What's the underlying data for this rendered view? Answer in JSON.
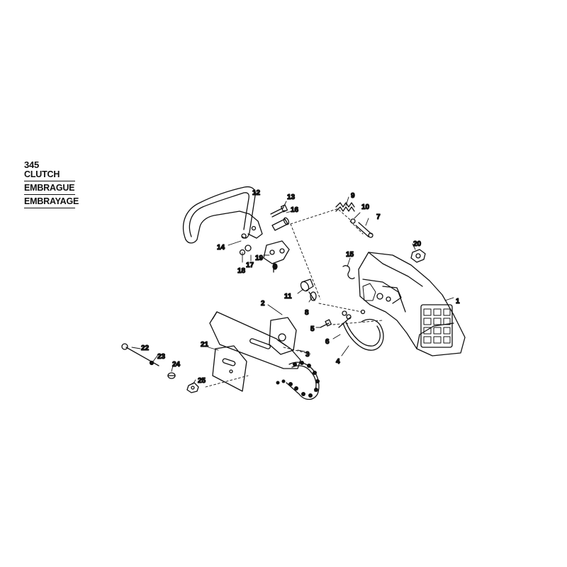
{
  "title": {
    "number": "345",
    "lines": [
      "CLUTCH",
      "EMBRAGUE",
      "EMBRAYAGE"
    ]
  },
  "callouts": [
    "1",
    "2",
    "3",
    "4",
    "5",
    "6",
    "7",
    "8",
    "9",
    "10",
    "11",
    "12",
    "13",
    "14",
    "15",
    "16",
    "17",
    "18",
    "19",
    "20",
    "21",
    "22",
    "23",
    "24",
    "25"
  ],
  "colors": {
    "ink": "#111111",
    "paper": "#ffffff"
  }
}
